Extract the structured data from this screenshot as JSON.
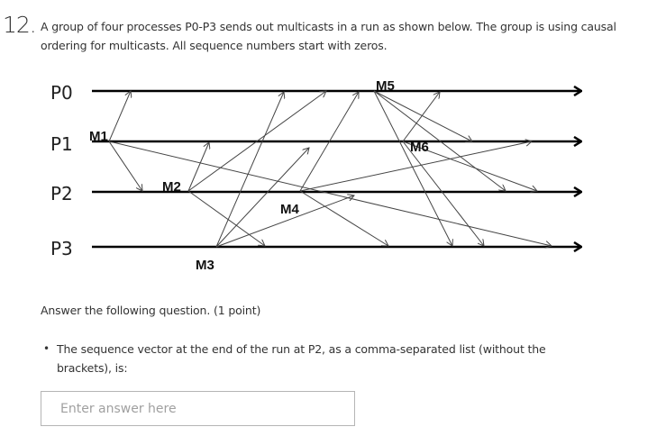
{
  "question": {
    "number": "12.",
    "text": "A group of four processes P0-P3 sends out multicasts in a run as shown below. The group is using causal ordering for multicasts. All sequence numbers start with zeros."
  },
  "diagram": {
    "processes": [
      "P0",
      "P1",
      "P2",
      "P3"
    ],
    "messages": [
      {
        "label": "M1",
        "sender": "P1"
      },
      {
        "label": "M2",
        "sender": "P2"
      },
      {
        "label": "M3",
        "sender": "P3"
      },
      {
        "label": "M4",
        "sender": "P2"
      },
      {
        "label": "M5",
        "sender": "P0"
      },
      {
        "label": "M6",
        "sender": "P1"
      }
    ]
  },
  "instructions": "Answer the following question. (1 point)",
  "prompt": {
    "bullet": "•",
    "text": "The sequence vector at the end of the run at P2, as a comma-separated list (without the brackets), is:"
  },
  "answer": {
    "value": "",
    "placeholder": "Enter answer here"
  }
}
